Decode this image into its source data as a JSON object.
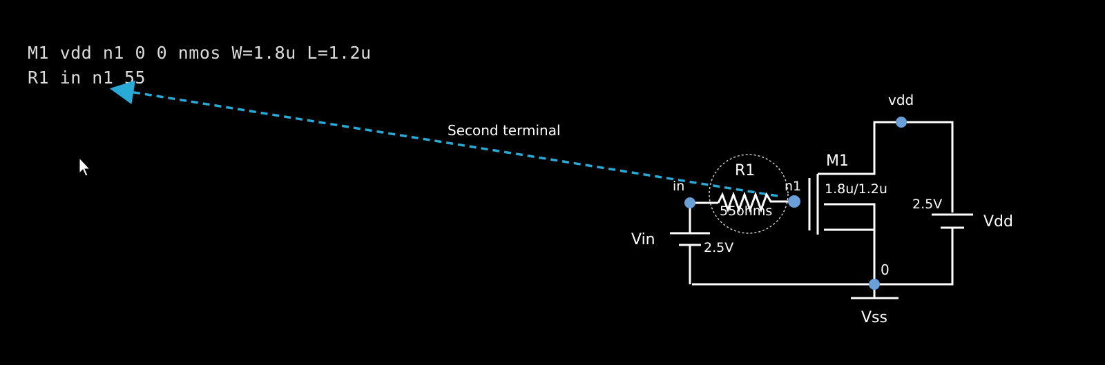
{
  "netlist": {
    "line1": "M1 vdd n1 0 0 nmos W=1.8u L=1.2u",
    "line2": "R1 in n1 55"
  },
  "annotation": {
    "arrow_label": "Second terminal"
  },
  "schematic": {
    "nodes": {
      "vdd": "vdd",
      "in": "in",
      "n1": "n1",
      "ground": "0"
    },
    "resistor": {
      "name": "R1",
      "value": "55ohms"
    },
    "transistor": {
      "name": "M1",
      "size": "1.8u/1.2u"
    },
    "sources": {
      "vin_name": "Vin",
      "vin_value": "2.5V",
      "vdd_name": "Vdd",
      "vdd_value": "2.5V"
    },
    "ground_label": "Vss"
  },
  "colors": {
    "background": "#000000",
    "wire": "#ffffff",
    "node_dot": "#6a9fd8",
    "arrow": "#29a9d6"
  }
}
